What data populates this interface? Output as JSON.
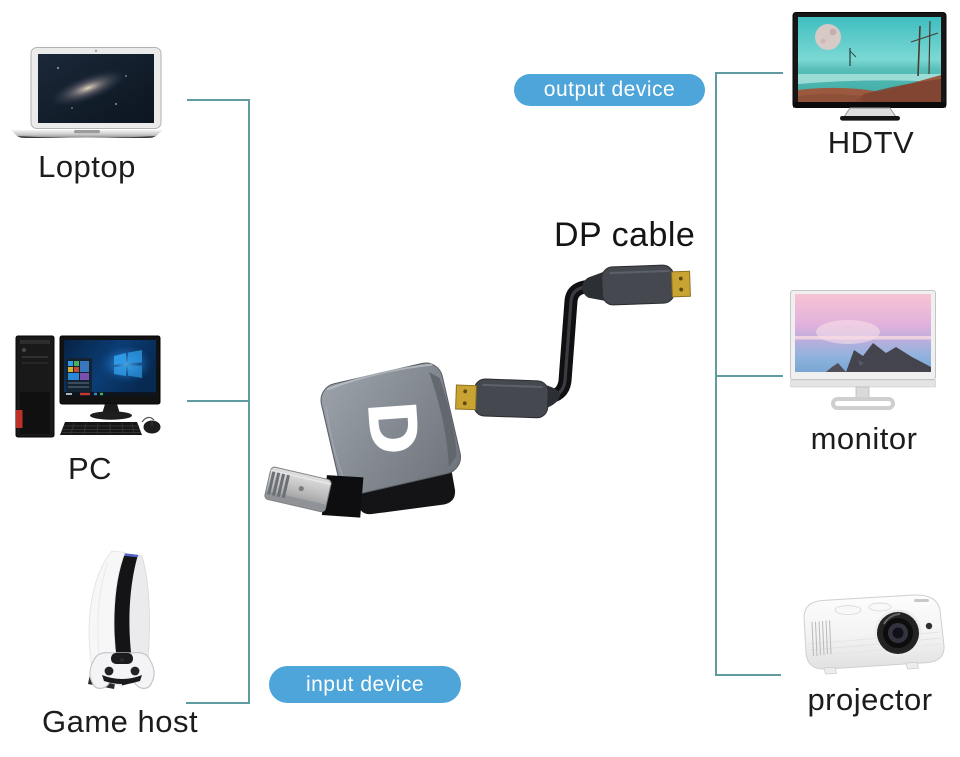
{
  "input_side": {
    "pill_label": "input device",
    "devices": [
      {
        "id": "laptop",
        "label": "Loptop"
      },
      {
        "id": "pc",
        "label": "PC"
      },
      {
        "id": "game-host",
        "label": "Game host"
      }
    ]
  },
  "output_side": {
    "pill_label": "output device",
    "devices": [
      {
        "id": "hdtv",
        "label": "HDTV"
      },
      {
        "id": "monitor",
        "label": "monitor"
      },
      {
        "id": "projector",
        "label": "projector"
      }
    ]
  },
  "center": {
    "cable_label": "DP cable",
    "adapter_logo": "D"
  },
  "colors": {
    "background": "#ffffff",
    "pill-bg": "#4da5d9",
    "pill-text": "#ffffff",
    "line": "#5f9ba1",
    "label-text": "#1c1c1c"
  }
}
